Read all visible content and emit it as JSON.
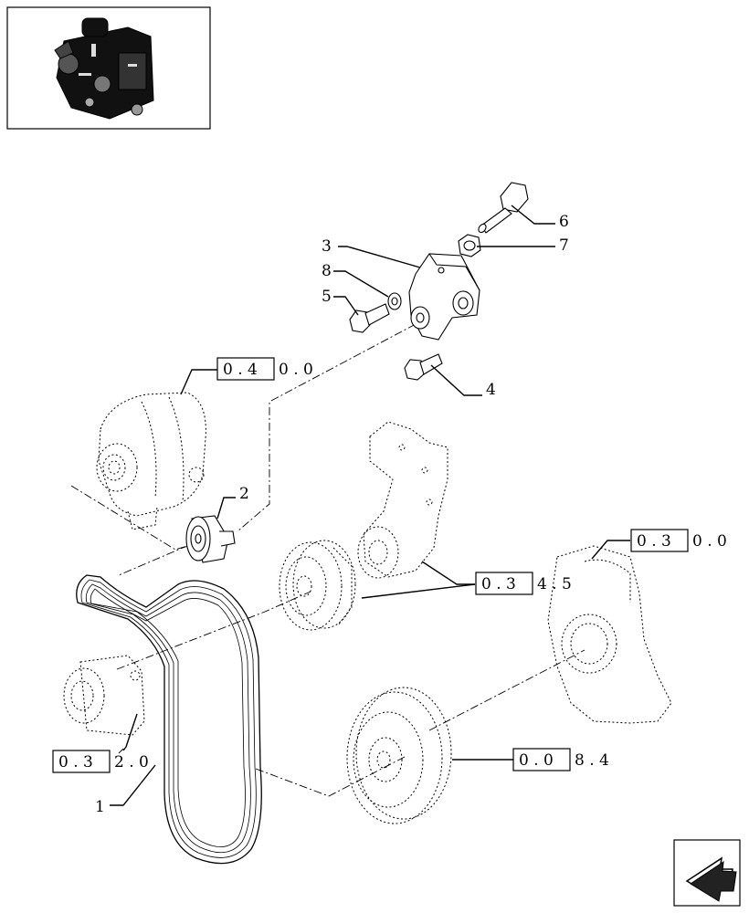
{
  "callouts": [
    {
      "id": "1",
      "label": "1"
    },
    {
      "id": "2",
      "label": "2"
    },
    {
      "id": "3",
      "label": "3"
    },
    {
      "id": "4",
      "label": "4"
    },
    {
      "id": "5",
      "label": "5"
    },
    {
      "id": "6",
      "label": "6"
    },
    {
      "id": "7",
      "label": "7"
    },
    {
      "id": "8",
      "label": "8"
    }
  ],
  "references": [
    {
      "boxed": "0 . 4",
      "suffix": "0 . 0"
    },
    {
      "boxed": "0 . 3",
      "suffix": "0 . 0"
    },
    {
      "boxed": "0 . 3",
      "suffix": "4 . 5"
    },
    {
      "boxed": "0 . 3",
      "suffix": "2 . 0"
    },
    {
      "boxed": "0 . 0",
      "suffix": "8 . 4"
    }
  ],
  "icons": {
    "thumbnail": "engine-thumbnail-icon",
    "navigation": "next-page-arrow-icon"
  }
}
